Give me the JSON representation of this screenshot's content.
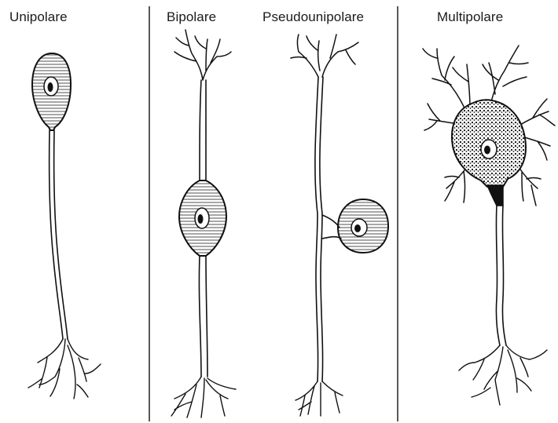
{
  "labels": {
    "unipolar": "Unipolare",
    "bipolar": "Bipolare",
    "pseudounipolar": "Pseudounipolare",
    "multipolar": "Multipolare"
  },
  "colors": {
    "ink": "#111111",
    "background": "#ffffff"
  }
}
